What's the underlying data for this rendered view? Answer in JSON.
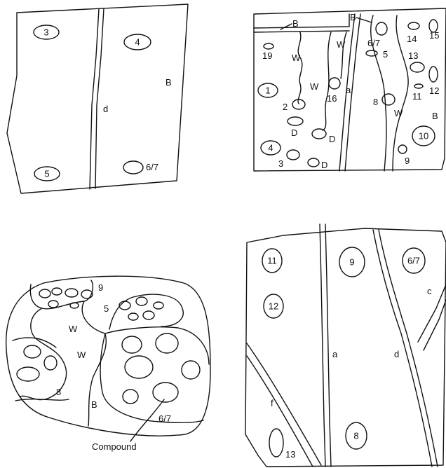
{
  "panel_tl": {
    "oval_3": "3",
    "oval_4": "4",
    "oval_5": "5",
    "label_d": "d",
    "label_b": "B",
    "label_67": "6/7"
  },
  "panel_tr": {
    "label_b_top_left": "B",
    "label_b_top_mid": "B",
    "n19": "19",
    "w1": "W",
    "w2": "W",
    "w3": "W",
    "n67": "6/7",
    "n5": "5",
    "n14": "14",
    "n15": "15",
    "n13": "13",
    "oval_1": "1",
    "n2": "2",
    "n16": "16",
    "label_a": "a",
    "n8": "8",
    "w4": "W",
    "n11": "11",
    "n12": "12",
    "label_b_right": "B",
    "d1": "D",
    "d2": "D",
    "d3": "D",
    "oval_10": "10",
    "oval_4": "4",
    "n3": "3",
    "n9": "9"
  },
  "panel_bl": {
    "n9": "9",
    "n5": "5",
    "w1": "W",
    "w2": "W",
    "n8": "8",
    "label_b": "B",
    "n67": "6/7",
    "compound": "Compound"
  },
  "panel_br": {
    "oval_11": "11",
    "oval_9": "9",
    "oval_67": "6/7",
    "label_c": "c",
    "oval_12": "12",
    "label_a": "a",
    "label_d": "d",
    "label_f": "f",
    "oval_8": "8",
    "n13": "13"
  }
}
